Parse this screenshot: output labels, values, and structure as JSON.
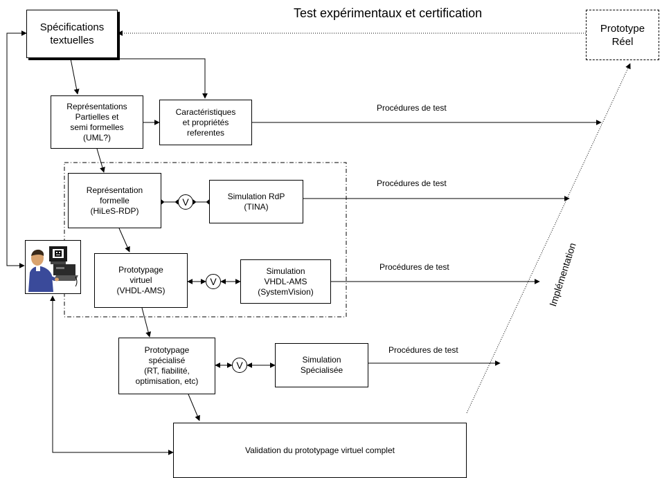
{
  "header": {
    "title": "Test expérimentaux et certification"
  },
  "nodes": {
    "spec": "Spécifications\ntextuelles",
    "prototype_reel": "Prototype\nRéel",
    "rep_partielles": "Représentations\nPartielles et\nsemi formelles\n(UML?)",
    "caracteristiques": "Caractéristiques\net propriétés\nreferentes",
    "rep_formelle": "Représentation\nformelle\n(HiLeS-RDP)",
    "simulation_rdp": "Simulation RdP\n(TINA)",
    "prototypage_virtuel": "Prototypage\nvirtuel\n(VHDL-AMS)",
    "simulation_vhdl": "Simulation\nVHDL-AMS\n(SystemVision)",
    "prototypage_specialise": "Prototypage\nspécialisé\n(RT, fiabilité,\noptimisation, etc)",
    "simulation_specialisee": "Simulation\nSpécialisée",
    "validation": "Validation du prototypage virtuel complet"
  },
  "validators": [
    "V",
    "V",
    "V"
  ],
  "test_labels": [
    "Procédures de test",
    "Procédures de test",
    "Procédures de test",
    "Procédures de test"
  ],
  "implementation_label": "Implémentation",
  "icons": {
    "user": "user-at-computer-icon"
  }
}
